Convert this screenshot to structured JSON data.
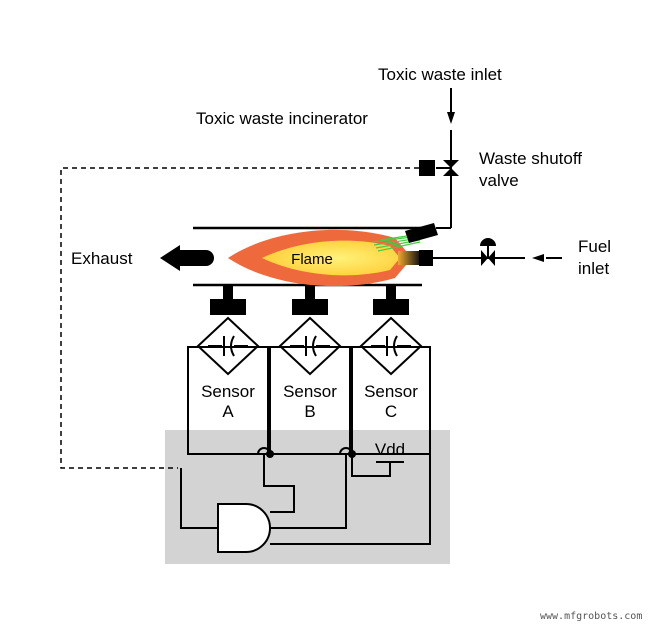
{
  "labels": {
    "toxic_waste_inlet": "Toxic waste inlet",
    "toxic_waste_incinerator": "Toxic waste incinerator",
    "waste_shutoff_valve_line1": "Waste shutoff",
    "waste_shutoff_valve_line2": "valve",
    "fuel_inlet_line1": "Fuel",
    "fuel_inlet_line2": "inlet",
    "exhaust": "Exhaust",
    "flame": "Flame",
    "vdd": "Vdd",
    "watermark": "www.mfgrobots.com"
  },
  "sensors": [
    {
      "line1": "Sensor",
      "line2": "A"
    },
    {
      "line1": "Sensor",
      "line2": "B"
    },
    {
      "line1": "Sensor",
      "line2": "C"
    }
  ],
  "colors": {
    "logic_box": "#d3d3d3",
    "flame_outer": "#ee6a3c",
    "flame_inner": "#ffd84a",
    "flame_green": "#44cc44"
  }
}
